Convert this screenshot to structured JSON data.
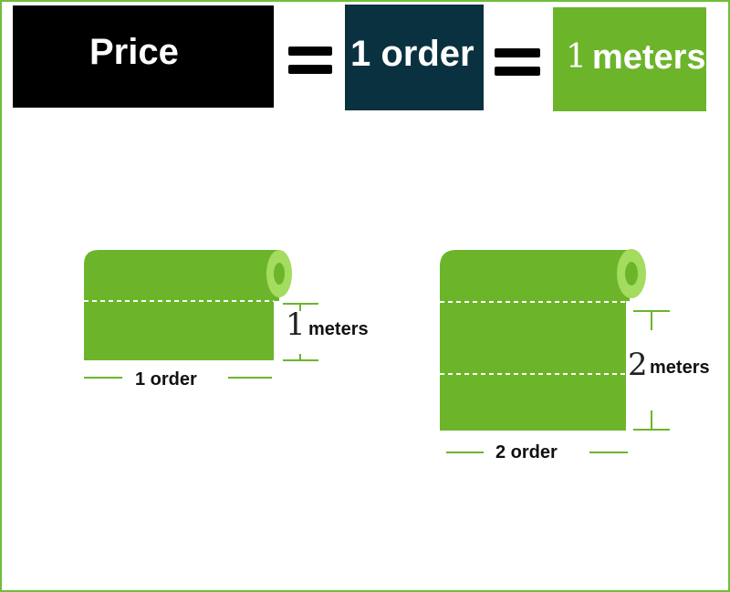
{
  "header": {
    "price_label": "Price",
    "order_label": "1 order",
    "meters_number": "1",
    "meters_unit": "meters"
  },
  "roll_small": {
    "height_number": "1",
    "height_unit": "meters",
    "order_label": "1 order"
  },
  "roll_large": {
    "height_number": "2",
    "height_unit": "meters",
    "order_label": "2 order"
  },
  "colors": {
    "roll_green": "#6cb52b",
    "roll_end": "#a3dc5e",
    "accent_green": "#6fbf3a",
    "price_box": "#000000",
    "order_box": "#0a3140"
  }
}
